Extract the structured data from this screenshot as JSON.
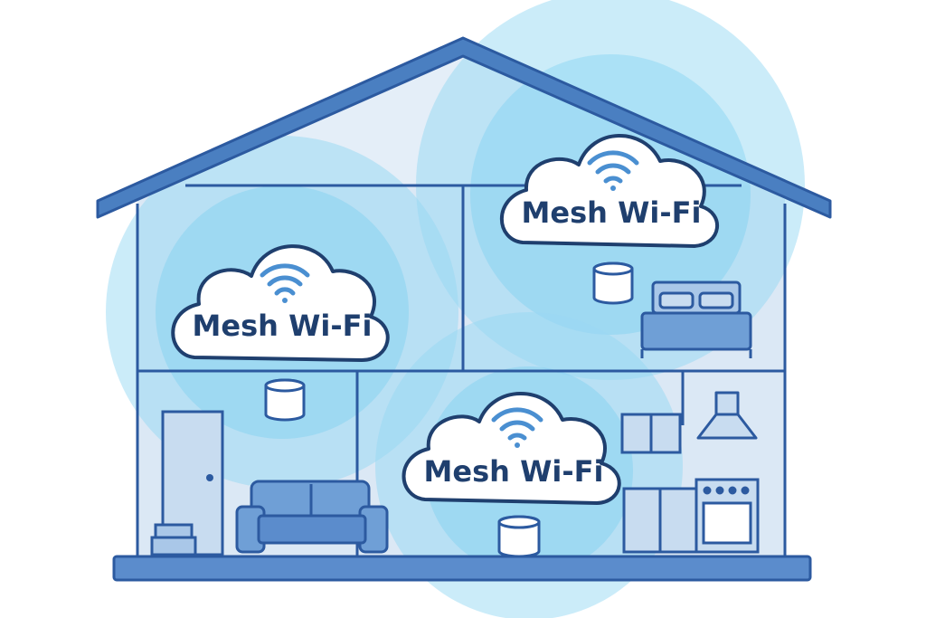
{
  "diagram": {
    "clouds": [
      {
        "id": "upstairs-left",
        "label": "Mesh Wi-Fi"
      },
      {
        "id": "upstairs-right",
        "label": "Mesh Wi-Fi"
      },
      {
        "id": "downstairs-center",
        "label": "Mesh Wi-Fi"
      }
    ],
    "colors": {
      "outline": "#2c5aa0",
      "wall_fill": "#d3e5f5",
      "signal": "#6fcdf0",
      "icon": "#4a8fd1",
      "label_text": "#1f3f6e"
    },
    "icons": [
      "wifi-icon",
      "mesh-router-icon",
      "door-icon",
      "sofa-icon",
      "bed-icon",
      "stove-icon",
      "range-hood-icon",
      "cabinet-icon",
      "stairs-icon"
    ]
  }
}
